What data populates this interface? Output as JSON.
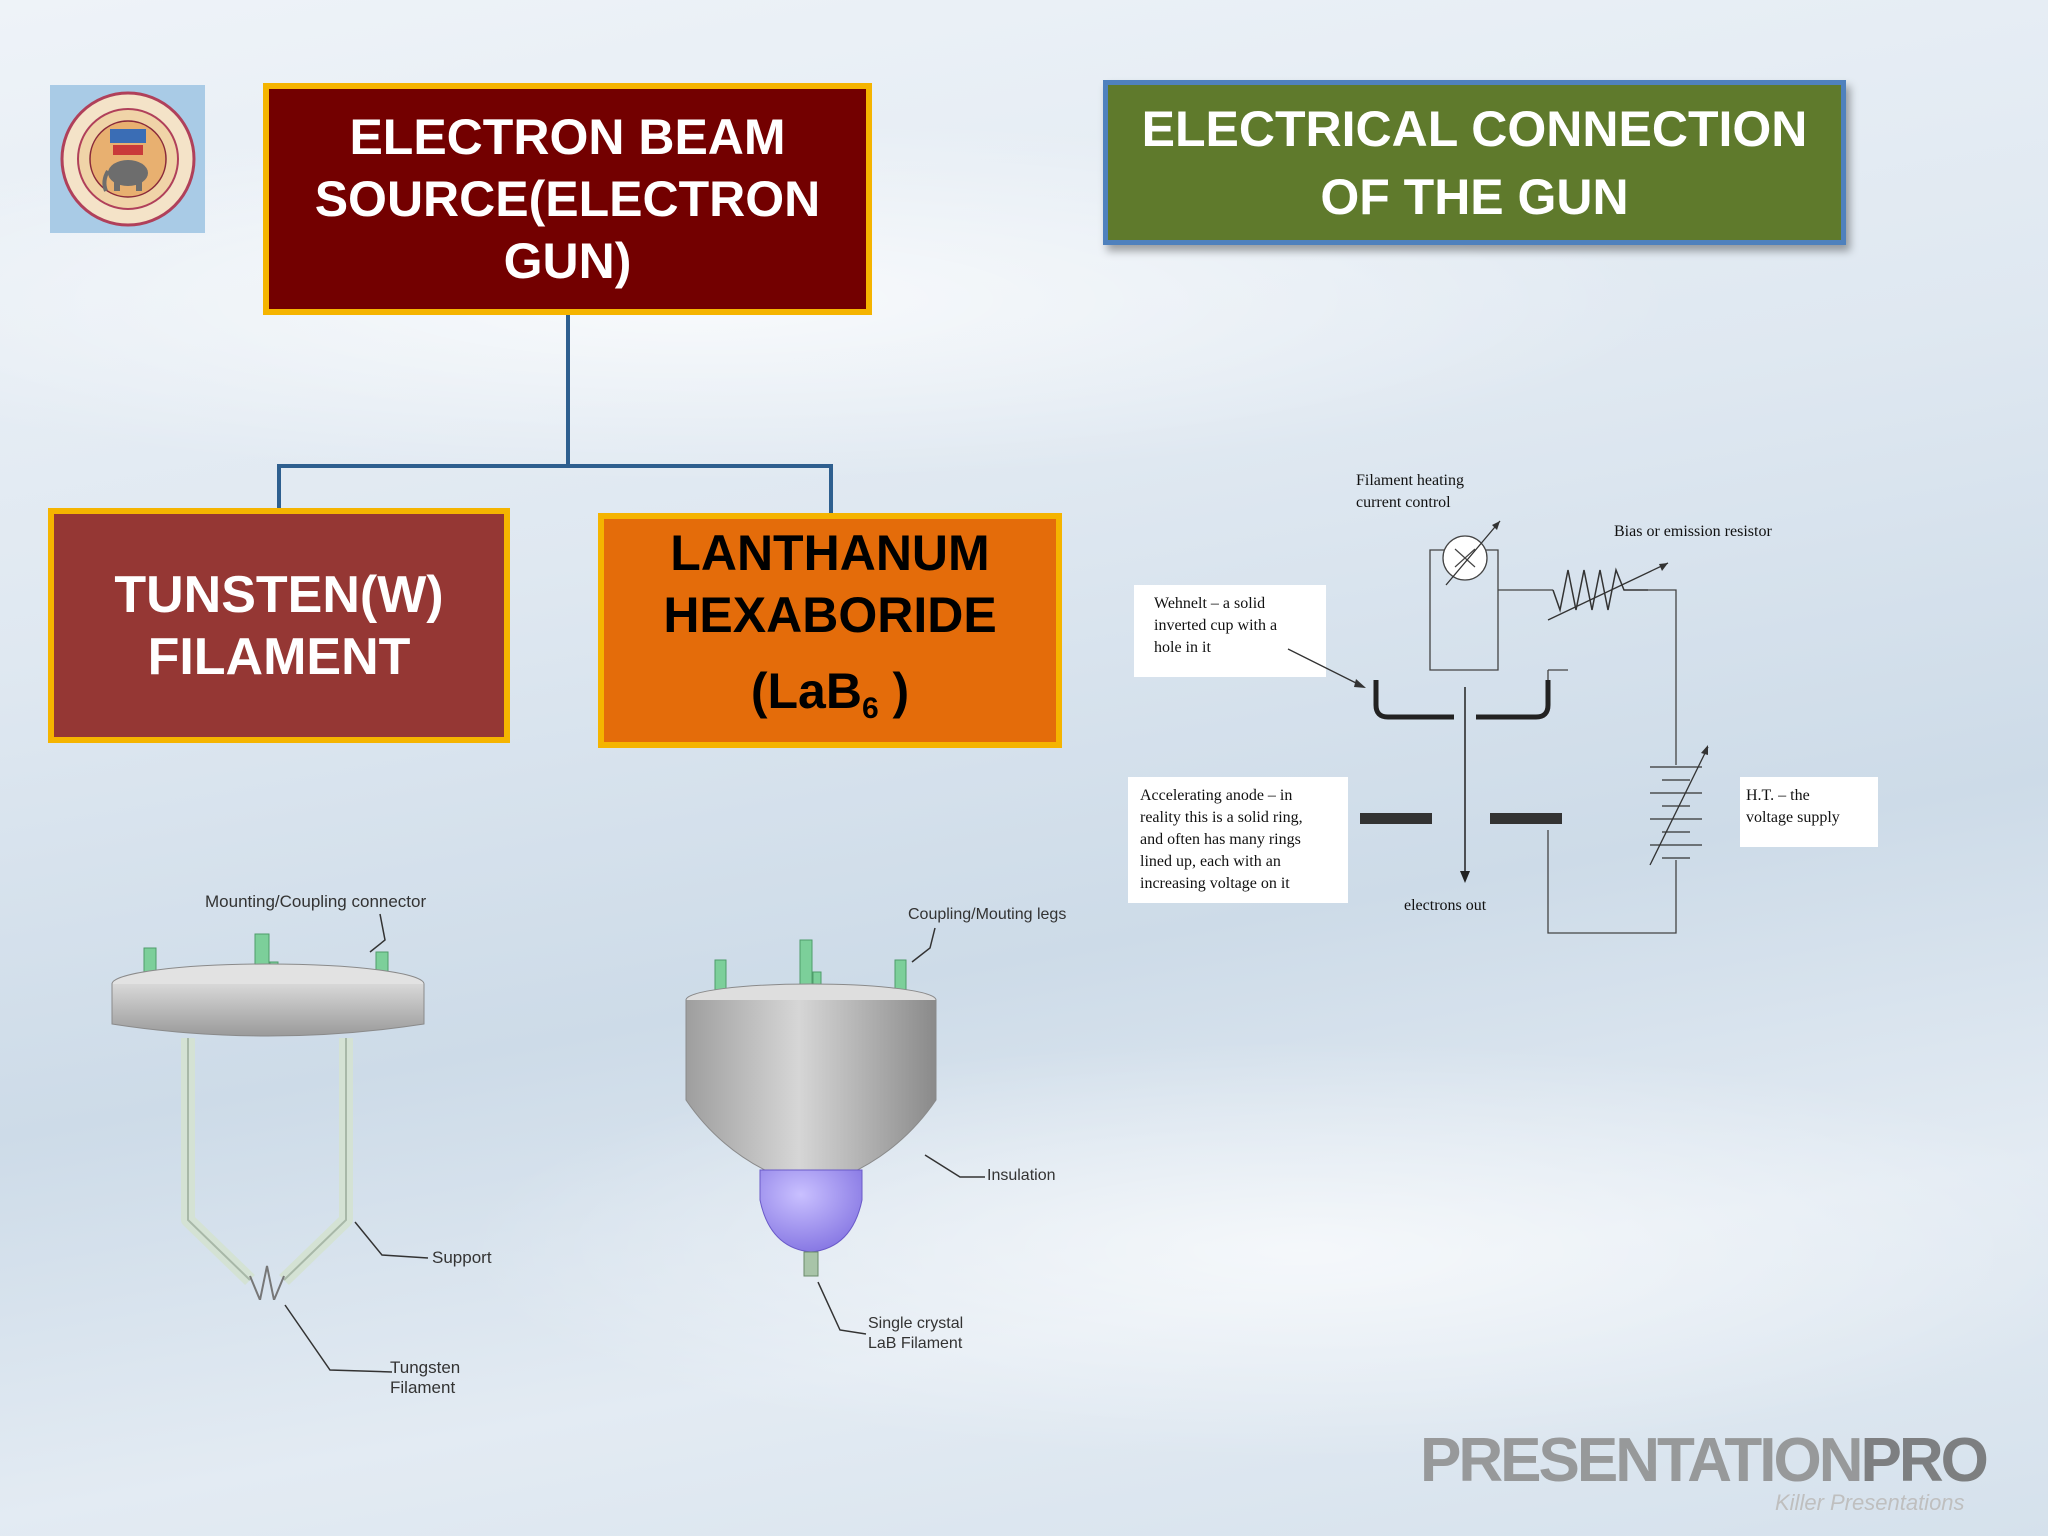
{
  "slide": {
    "main_title_line1": "ELECTRON BEAM",
    "main_title_line2": "SOURCE(ELECTRON GUN)",
    "side_title_line1": "ELECTRICAL CONNECTION",
    "side_title_line2": "OF  THE GUN"
  },
  "branches": {
    "tungsten_line1": "TUNSTEN(W)",
    "tungsten_line2": "FILAMENT",
    "lab6_line1": "LANTHANUM",
    "lab6_line2": "HEXABORIDE",
    "lab6_formula_open": "(LaB",
    "lab6_formula_sub": "6",
    "lab6_formula_close": " )"
  },
  "tungsten_diagram": {
    "connector_label": "Mounting/Coupling connector",
    "support_label": "Support",
    "filament_label_line1": "Tungsten",
    "filament_label_line2": "Filament"
  },
  "lab6_diagram": {
    "legs_label": "Coupling/Mouting legs",
    "insulation_label": "Insulation",
    "crystal_label_line1": "Single crystal",
    "crystal_label_line2": "LaB  Filament"
  },
  "circuit": {
    "filament_control_line1": "Filament heating",
    "filament_control_line2": "current control",
    "bias_label": "Bias or emission resistor",
    "wehnelt_line1": "Wehnelt – a solid",
    "wehnelt_line2": "inverted cup with a",
    "wehnelt_line3": "hole in it",
    "anode_line1": "Accelerating anode – in",
    "anode_line2": "reality this is a solid ring,",
    "anode_line3": "and often has many rings",
    "anode_line4": "lined up, each with an",
    "anode_line5": "increasing voltage on it",
    "ht_line1": "H.T. – the",
    "ht_line2": "voltage supply",
    "electrons_out": "electrons out"
  },
  "watermark": {
    "text_a": "PRESENTATION",
    "text_b": "PRO",
    "sub": "Killer Presentations"
  },
  "colors": {
    "main_box": "#730000",
    "side_title": "#5f7a2c",
    "tungsten_box": "#953734",
    "lab6_box": "#e46c0a",
    "box_border": "#f5b400",
    "connector_line": "#2e5f8f"
  }
}
